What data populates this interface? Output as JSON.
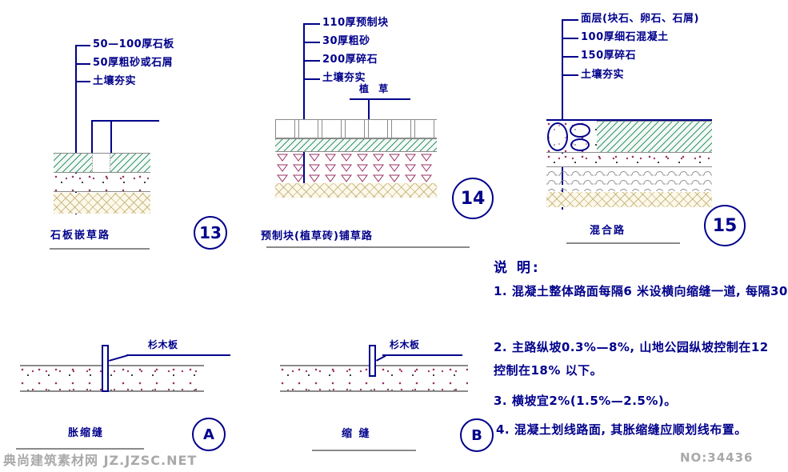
{
  "palette": {
    "navy": "#00008B",
    "gray": "#8a8a8a",
    "teal": "#228678",
    "magenta": "#993366",
    "tan": "#c1ac70"
  },
  "detail13": {
    "badge": "13",
    "caption": "石板嵌草路",
    "layers": [
      "50—100厚石板",
      "50厚粗砂或石屑",
      "土壤夯实"
    ]
  },
  "detail14": {
    "badge": "14",
    "caption": "预制块(植草砖)铺草路",
    "plant_label": "植 草",
    "layers": [
      "110厚预制块",
      "30厚粗砂",
      "200厚碎石",
      "土壤夯实"
    ]
  },
  "detail15": {
    "badge": "15",
    "caption": "混合路",
    "layers": [
      "面层(块石、卵石、石屑)",
      "100厚细石混凝土",
      "150厚碎石",
      "土壤夯实"
    ]
  },
  "jointA": {
    "badge": "A",
    "caption": "胀缩缝",
    "board_label": "杉木板"
  },
  "jointB": {
    "badge": "B",
    "caption": "缩 缝",
    "board_label": "杉木板"
  },
  "notes": {
    "title": "说 明:",
    "lines": [
      "1. 混凝土整体路面每隔6 米设横向缩缝一道, 每隔30",
      "2. 主路纵坡0.3%—8%, 山地公园纵坡控制在12",
      "控制在18% 以下。",
      "3. 横坡宜2%(1.5%—2.5%)。",
      "4. 混凝土划线路面, 其胀缩缝应顺划线布置。"
    ]
  },
  "watermark": {
    "site": "典尚建筑素材网 JZ.JZSC.NET",
    "number": "NO:34436"
  }
}
